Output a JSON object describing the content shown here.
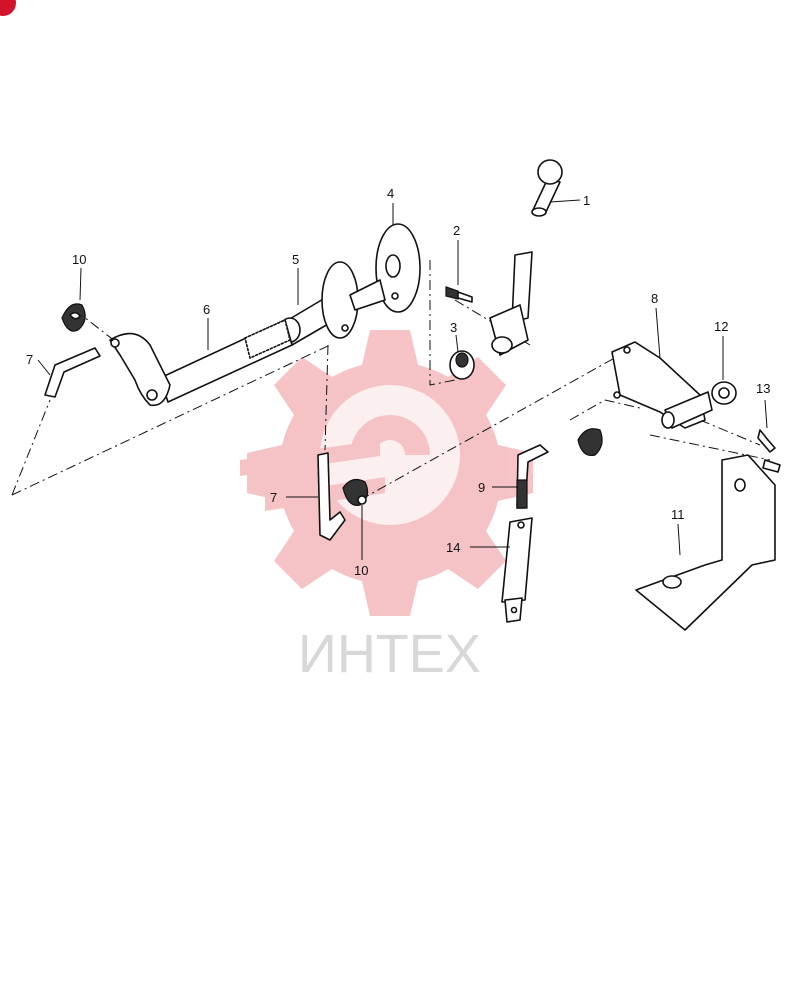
{
  "colors": {
    "watermark_gear": "#f4b9bd",
    "watermark_text": "#d8d8d8",
    "corner_badge": "#d3132b",
    "line": "#111111"
  },
  "watermark": {
    "text": "ИНТЕХ"
  },
  "callouts": [
    {
      "id": "c1",
      "label": "1"
    },
    {
      "id": "c2",
      "label": "2"
    },
    {
      "id": "c3",
      "label": "3"
    },
    {
      "id": "c4",
      "label": "4"
    },
    {
      "id": "c5",
      "label": "5"
    },
    {
      "id": "c6",
      "label": "6"
    },
    {
      "id": "c7a",
      "label": "7"
    },
    {
      "id": "c7b",
      "label": "7"
    },
    {
      "id": "c8",
      "label": "8"
    },
    {
      "id": "c9",
      "label": "9"
    },
    {
      "id": "c10a",
      "label": "10"
    },
    {
      "id": "c10b",
      "label": "10"
    },
    {
      "id": "c11",
      "label": "11"
    },
    {
      "id": "c12",
      "label": "12"
    },
    {
      "id": "c13",
      "label": "13"
    },
    {
      "id": "c14",
      "label": "14"
    }
  ]
}
